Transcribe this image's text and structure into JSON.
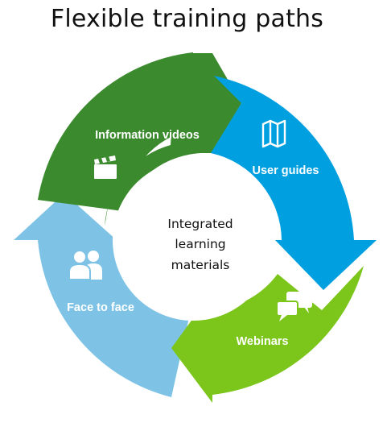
{
  "title": "Flexible training paths",
  "center": {
    "line1": "Integrated",
    "line2": "learning",
    "line3": "materials"
  },
  "segments": [
    {
      "label": "Information videos",
      "icon": "clapperboard-icon",
      "color": "#3b8a2e"
    },
    {
      "label": "User guides",
      "icon": "map-icon",
      "color": "#00a0e0"
    },
    {
      "label": "Webinars",
      "icon": "chat-bubbles-icon",
      "color": "#7cc61c"
    },
    {
      "label": "Face to face",
      "icon": "people-icon",
      "color": "#7ec3e6"
    }
  ]
}
